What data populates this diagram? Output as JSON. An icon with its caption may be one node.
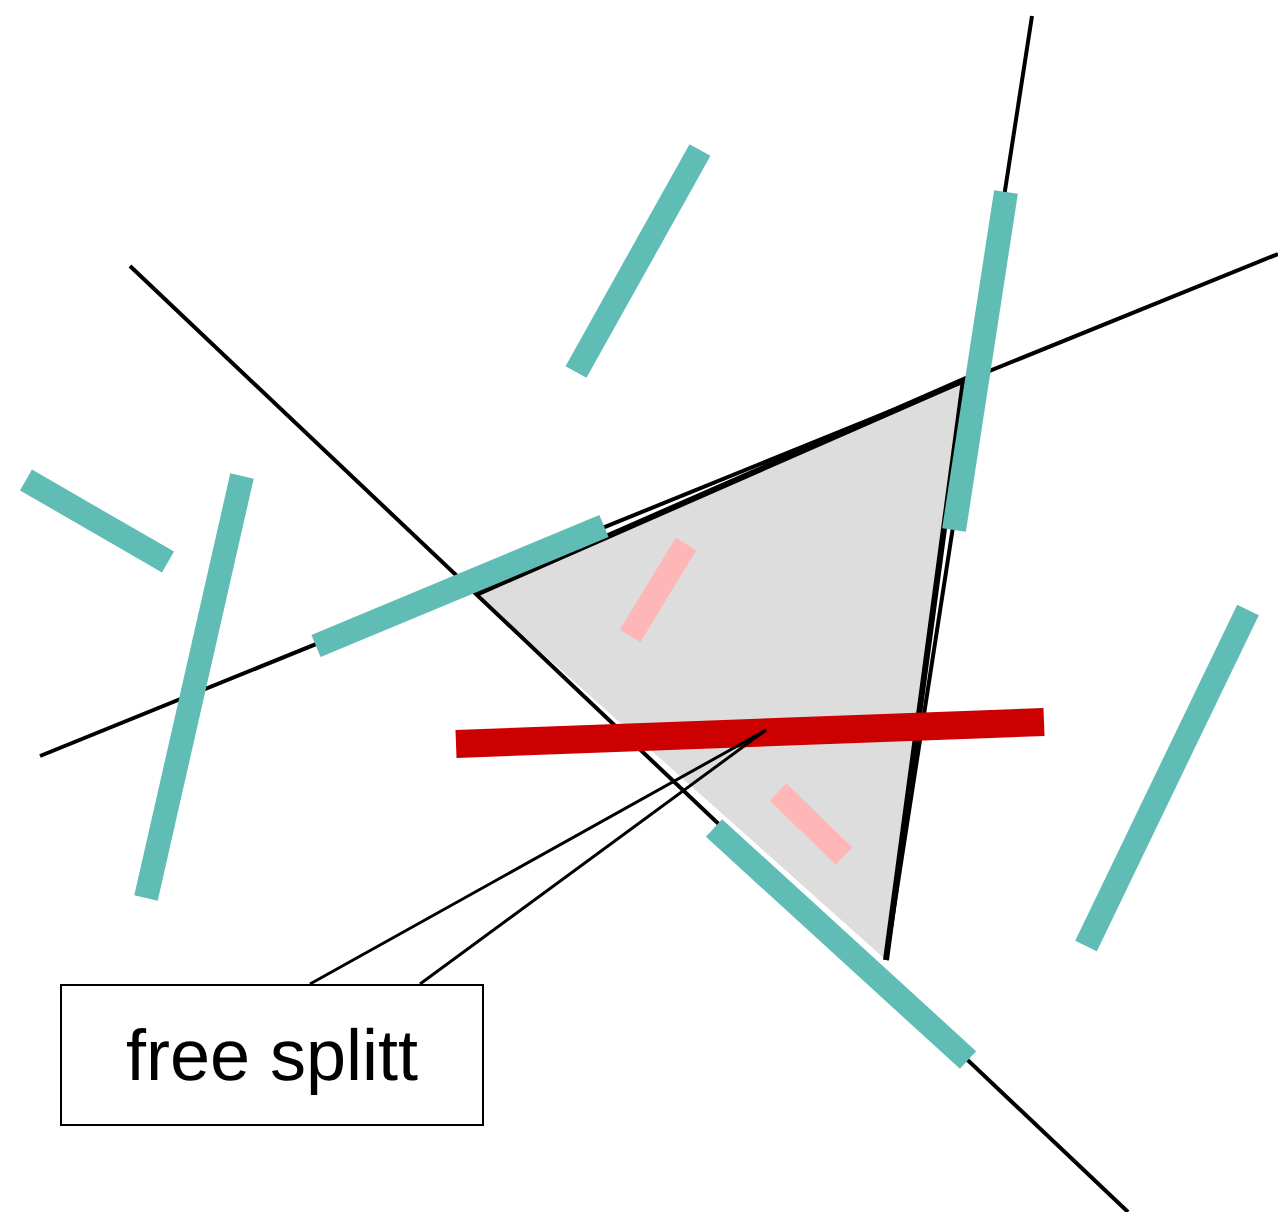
{
  "diagram": {
    "nodes": [
      {
        "text": [
          "free splitt"
        ]
      },
      {
        "text": [],
        "shape": "bar"
      }
    ],
    "edges": [
      {
        "from": 0,
        "to": 1,
        "arrow": "none"
      }
    ]
  }
}
